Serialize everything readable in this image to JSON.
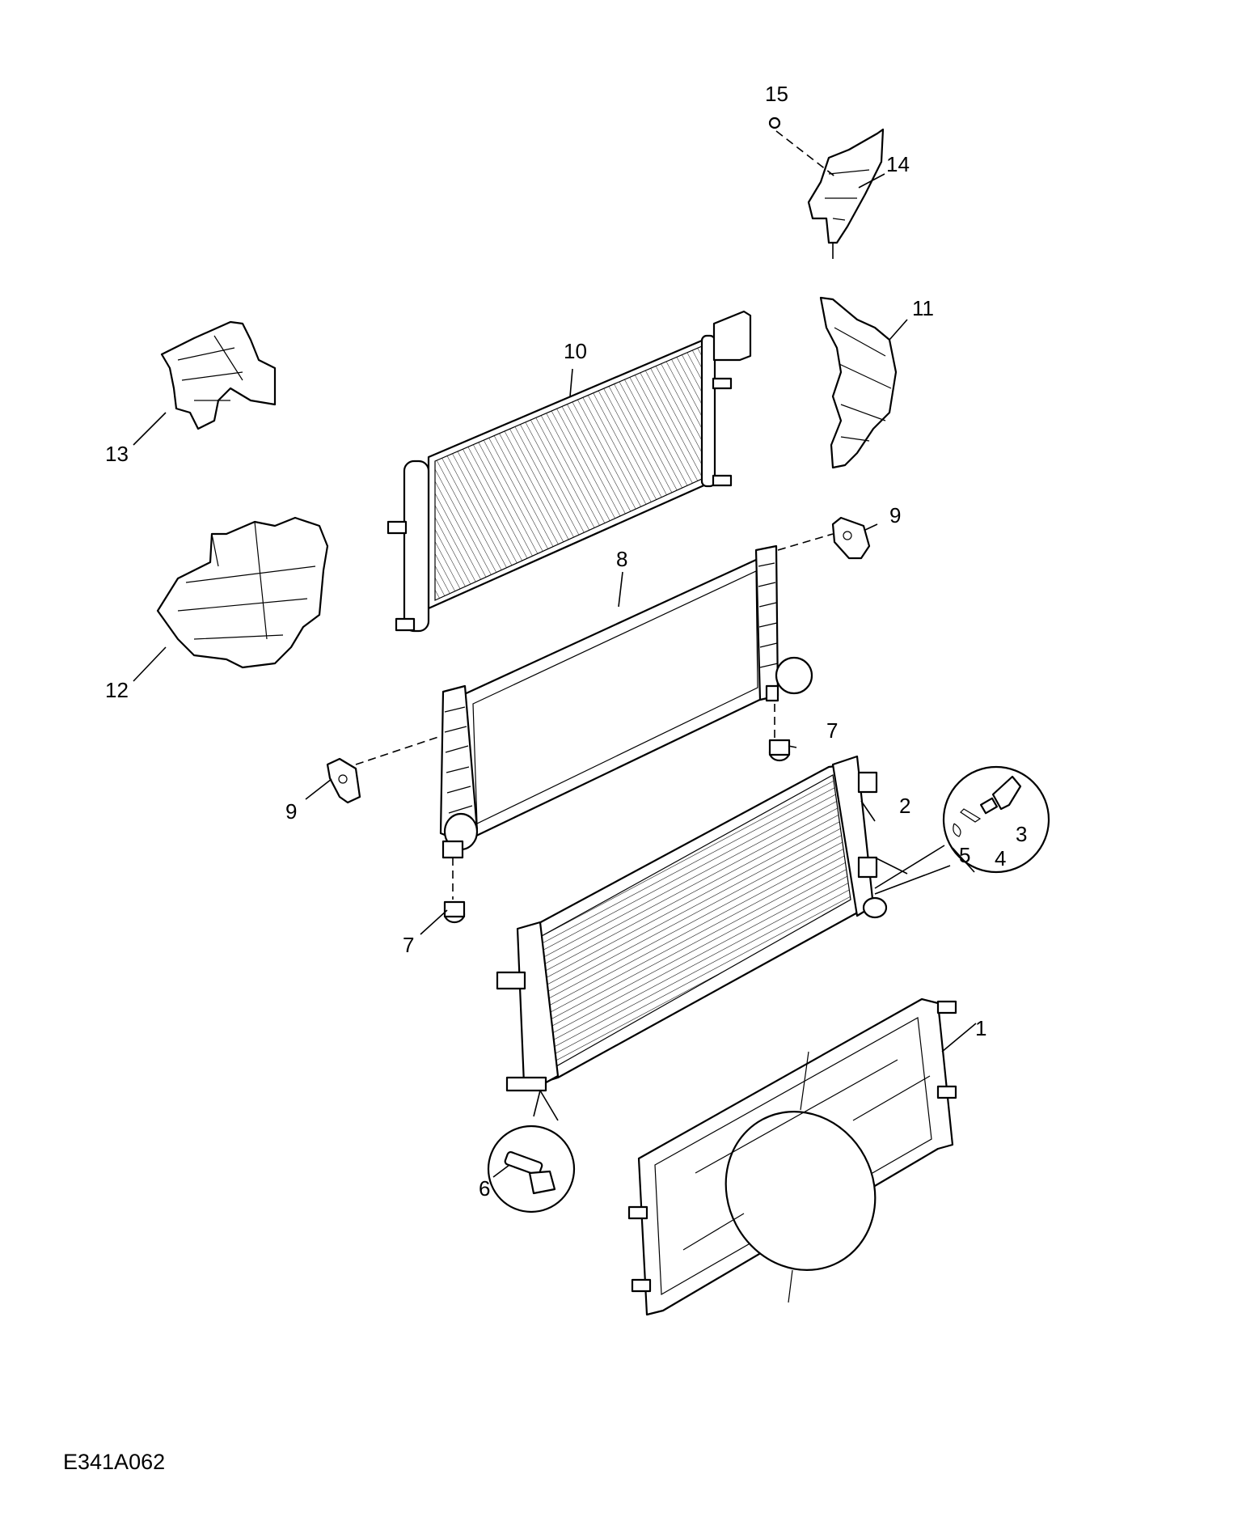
{
  "figure_code": "E341A062",
  "callouts": [
    "1",
    "2",
    "3",
    "4",
    "5",
    "6",
    "7",
    "7",
    "8",
    "9",
    "9",
    "10",
    "11",
    "12",
    "13",
    "14",
    "15"
  ]
}
